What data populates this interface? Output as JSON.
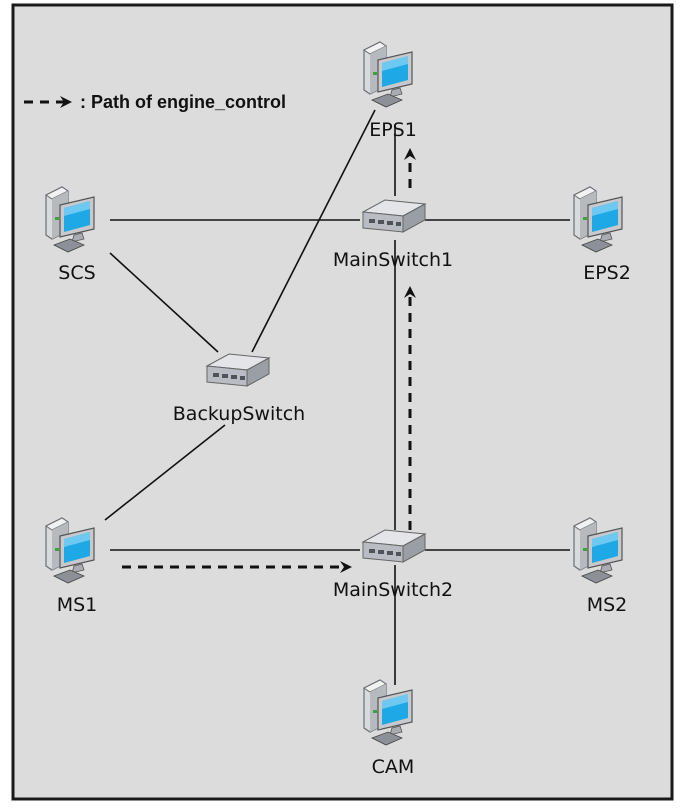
{
  "legend": {
    "text": ": Path of engine_control"
  },
  "nodes": {
    "eps1": "EPS1",
    "eps2": "EPS2",
    "scs": "SCS",
    "ms1": "MS1",
    "ms2": "MS2",
    "cam": "CAM",
    "mainswitch1": "MainSwitch1",
    "mainswitch2": "MainSwitch2",
    "backupswitch": "BackupSwitch"
  },
  "colors": {
    "background": "#dcdcdc",
    "screen": "#1fa8e6",
    "switch_body": "#b9bcc2"
  }
}
